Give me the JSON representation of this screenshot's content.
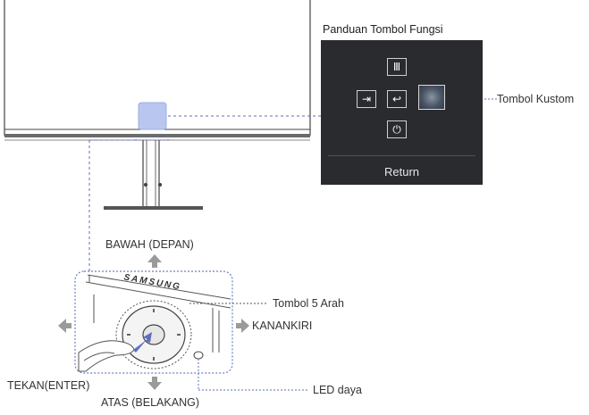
{
  "panel": {
    "title": "Panduan Tombol Fungsi",
    "return_label": "Return",
    "icons": {
      "top": "menu-icon",
      "left": "source-input-icon",
      "center": "return-arrow-icon",
      "bottom": "power-icon",
      "right": "custom-key-icon"
    },
    "glyphs": {
      "top": "Ⅲ",
      "left": "⇥",
      "center": "↩",
      "bottom": "⏻"
    }
  },
  "labels": {
    "custom_key": "Tombol Kustom",
    "down_front": "BAWAH (DEPAN)",
    "five_way": "Tombol 5 Arah",
    "right_left": "KANANKIRI",
    "press_enter": "TEKAN(ENTER)",
    "up_back": "ATAS (BELAKANG)",
    "power_led": "LED daya",
    "brand": "SAMSUNG"
  },
  "colors": {
    "panel_bg": "#2a2b2f",
    "highlight_square": "#b9c6ef",
    "leader_line": "#5d6fbf",
    "arrow_gray": "#9a9a9a"
  }
}
